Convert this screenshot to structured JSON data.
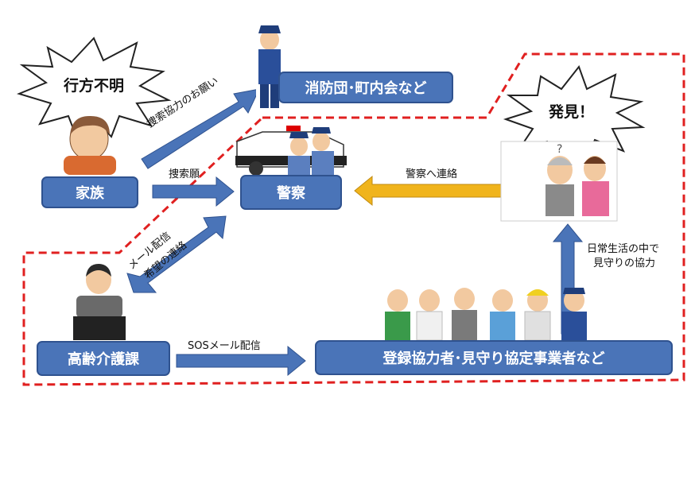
{
  "nodes": {
    "family": "家族",
    "fire_brigade": "消防団･町内会など",
    "police": "警察",
    "elderly_section": "高齢介護課",
    "registered": "登録協力者･見守り協定事業者など"
  },
  "bursts": {
    "missing": "行方不明",
    "found": "発見！"
  },
  "arrows": {
    "search_request": "捜索願",
    "search_cooperation": "捜索協力のお願い",
    "contact_police": "警察へ連絡",
    "mail_line1": "メール配信",
    "mail_line2": "希望の連絡",
    "sos_mail": "SOSメール配信",
    "watch_line1": "日常生活の中で",
    "watch_line2": "見守りの協力"
  },
  "colors": {
    "box_fill": "#4a74b8",
    "arrow_blue": "#4a74b8",
    "arrow_orange": "#f0b41c",
    "dashed_border": "#e02020"
  }
}
